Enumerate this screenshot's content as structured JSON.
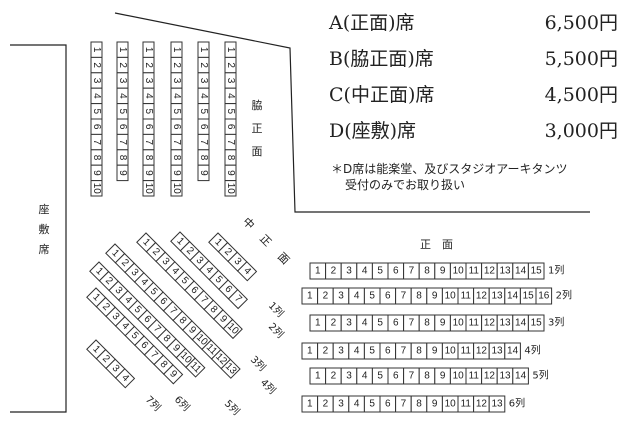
{
  "prices": [
    {
      "name": "A(正面)席",
      "price": "6,500円"
    },
    {
      "name": "B(脇正面)席",
      "price": "5,500円"
    },
    {
      "name": "C(中正面)席",
      "price": "4,500円"
    },
    {
      "name": "D(座敷)席",
      "price": "3,000円"
    }
  ],
  "note": {
    "line1": "＊D席は能楽堂、及びスタジオアーキタンツ",
    "line2": "受付のみでお取り扱い"
  },
  "sections": {
    "zashiki": "座敷席",
    "waki_shomen": "脇正面",
    "naka_shomen": "中正面",
    "shomen": "正面"
  },
  "waki_columns": [
    {
      "seats": [
        "1",
        "2",
        "3",
        "4",
        "5",
        "6",
        "7",
        "8",
        "9",
        "10"
      ]
    },
    {
      "seats": [
        "1",
        "2",
        "3",
        "4",
        "5",
        "6",
        "7",
        "8",
        "9"
      ]
    },
    {
      "seats": [
        "1",
        "2",
        "3",
        "4",
        "5",
        "6",
        "7",
        "8",
        "9",
        "10"
      ]
    },
    {
      "seats": [
        "1",
        "2",
        "3",
        "4",
        "5",
        "6",
        "7",
        "8",
        "9",
        "10"
      ]
    },
    {
      "seats": [
        "1",
        "2",
        "3",
        "4",
        "5",
        "6",
        "7",
        "8",
        "9"
      ]
    },
    {
      "seats": [
        "1",
        "2",
        "3",
        "4",
        "5",
        "6",
        "7",
        "8",
        "9",
        "10"
      ]
    }
  ],
  "naka_rows": [
    {
      "label": "1列",
      "seats": [
        "1",
        "2",
        "3",
        "4"
      ]
    },
    {
      "label": "2列",
      "seats": [
        "1",
        "2",
        "3",
        "4",
        "5",
        "6",
        "7"
      ]
    },
    {
      "label": "3列",
      "seats": [
        "1",
        "2",
        "3",
        "4",
        "5",
        "6",
        "7",
        "8",
        "9",
        "10"
      ]
    },
    {
      "label": "4列",
      "seats": [
        "1",
        "2",
        "3",
        "4",
        "5",
        "6",
        "7",
        "8",
        "9",
        "10",
        "11",
        "12",
        "13"
      ]
    },
    {
      "label": "5列",
      "seats": [
        "1",
        "2",
        "3",
        "4",
        "5",
        "6",
        "7",
        "8",
        "9",
        "10",
        "11"
      ]
    },
    {
      "label": "6列",
      "seats": [
        "1",
        "2",
        "3",
        "4",
        "5",
        "6",
        "7",
        "8",
        "9"
      ]
    },
    {
      "label": "7列",
      "seats": [
        "1",
        "2",
        "3",
        "4"
      ]
    }
  ],
  "shomen_rows": [
    {
      "label": "1列",
      "seats": [
        "1",
        "2",
        "3",
        "4",
        "5",
        "6",
        "7",
        "8",
        "9",
        "10",
        "11",
        "12",
        "13",
        "14",
        "15"
      ]
    },
    {
      "label": "2列",
      "seats": [
        "1",
        "2",
        "3",
        "4",
        "5",
        "6",
        "7",
        "8",
        "9",
        "10",
        "11",
        "12",
        "13",
        "14",
        "15",
        "16"
      ]
    },
    {
      "label": "3列",
      "seats": [
        "1",
        "2",
        "3",
        "4",
        "5",
        "6",
        "7",
        "8",
        "9",
        "10",
        "11",
        "12",
        "13",
        "14",
        "15"
      ]
    },
    {
      "label": "4列",
      "seats": [
        "1",
        "2",
        "3",
        "4",
        "5",
        "6",
        "7",
        "8",
        "9",
        "10",
        "11",
        "12",
        "13",
        "14"
      ]
    },
    {
      "label": "5列",
      "seats": [
        "1",
        "2",
        "3",
        "4",
        "5",
        "6",
        "7",
        "8",
        "9",
        "10",
        "11",
        "12",
        "13",
        "14"
      ]
    },
    {
      "label": "6列",
      "seats": [
        "1",
        "2",
        "3",
        "4",
        "5",
        "6",
        "7",
        "8",
        "9",
        "10",
        "11",
        "12",
        "13"
      ]
    }
  ]
}
